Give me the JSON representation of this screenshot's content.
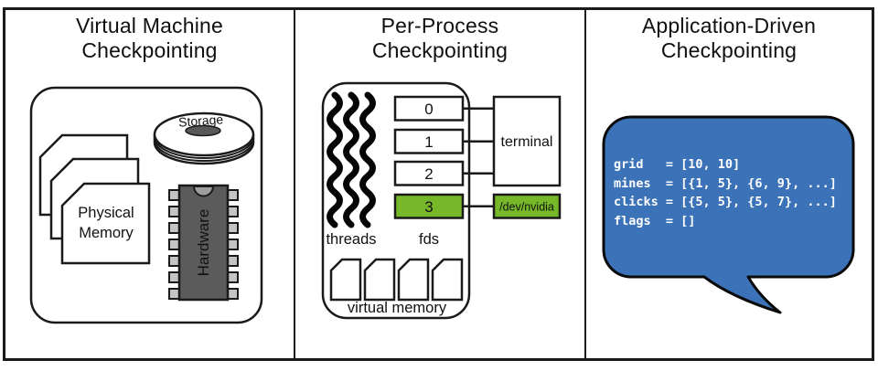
{
  "panels": [
    {
      "title_line1": "Virtual Machine",
      "title_line2": "Checkpointing",
      "labels": {
        "physical_memory_line1": "Physical",
        "physical_memory_line2": "Memory",
        "storage": "Storage",
        "hardware": "Hardware"
      }
    },
    {
      "title_line1": "Per-Process",
      "title_line2": "Checkpointing",
      "fd_numbers": [
        "0",
        "1",
        "2",
        "3"
      ],
      "labels": {
        "threads": "threads",
        "fds": "fds",
        "virtual_memory": "virtual memory",
        "terminal": "terminal",
        "dev_nvidia": "/dev/nvidia"
      }
    },
    {
      "title_line1": "Application-Driven",
      "title_line2": "Checkpointing",
      "code": "grid   = [10, 10]\nmines  = [{1, 5}, {6, 9}, ...]\nclicks = [{5, 5}, {5, 7}, ...]\nflags  = []"
    }
  ],
  "colors": {
    "accent_green": "#76b82a",
    "bubble_blue": "#3b72b8",
    "chip_gray": "#5b5b5b",
    "outline_black": "#1a1a1a"
  }
}
